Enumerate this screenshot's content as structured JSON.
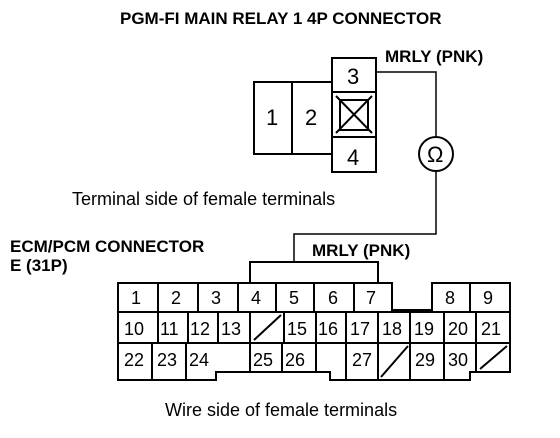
{
  "relay_connector": {
    "title": "PGM-FI MAIN RELAY 1 4P CONNECTOR",
    "wire_label": "MRLY (PNK)",
    "terminals": [
      {
        "id": "1",
        "label": "1"
      },
      {
        "id": "2",
        "label": "2"
      },
      {
        "id": "3",
        "label": "3"
      },
      {
        "id": "4",
        "label": "4"
      }
    ],
    "view_caption": "Terminal side of female terminals"
  },
  "meter": {
    "symbol": "Ω",
    "icon": "ohmmeter-icon"
  },
  "ecm_connector": {
    "title_line1": "ECM/PCM CONNECTOR",
    "title_line2": "E (31P)",
    "wire_label": "MRLY (PNK)",
    "view_caption": "Wire side of female terminals",
    "row1": [
      "1",
      "2",
      "3",
      "4",
      "5",
      "6",
      "7",
      "",
      "8",
      "9"
    ],
    "row2": [
      "10",
      "11",
      "12",
      "13",
      "",
      "15",
      "16",
      "17",
      "18",
      "19",
      "20",
      "21"
    ],
    "row3": [
      "22",
      "23",
      "24",
      "",
      "25",
      "26",
      "",
      "27",
      "",
      "29",
      "30",
      ""
    ]
  }
}
